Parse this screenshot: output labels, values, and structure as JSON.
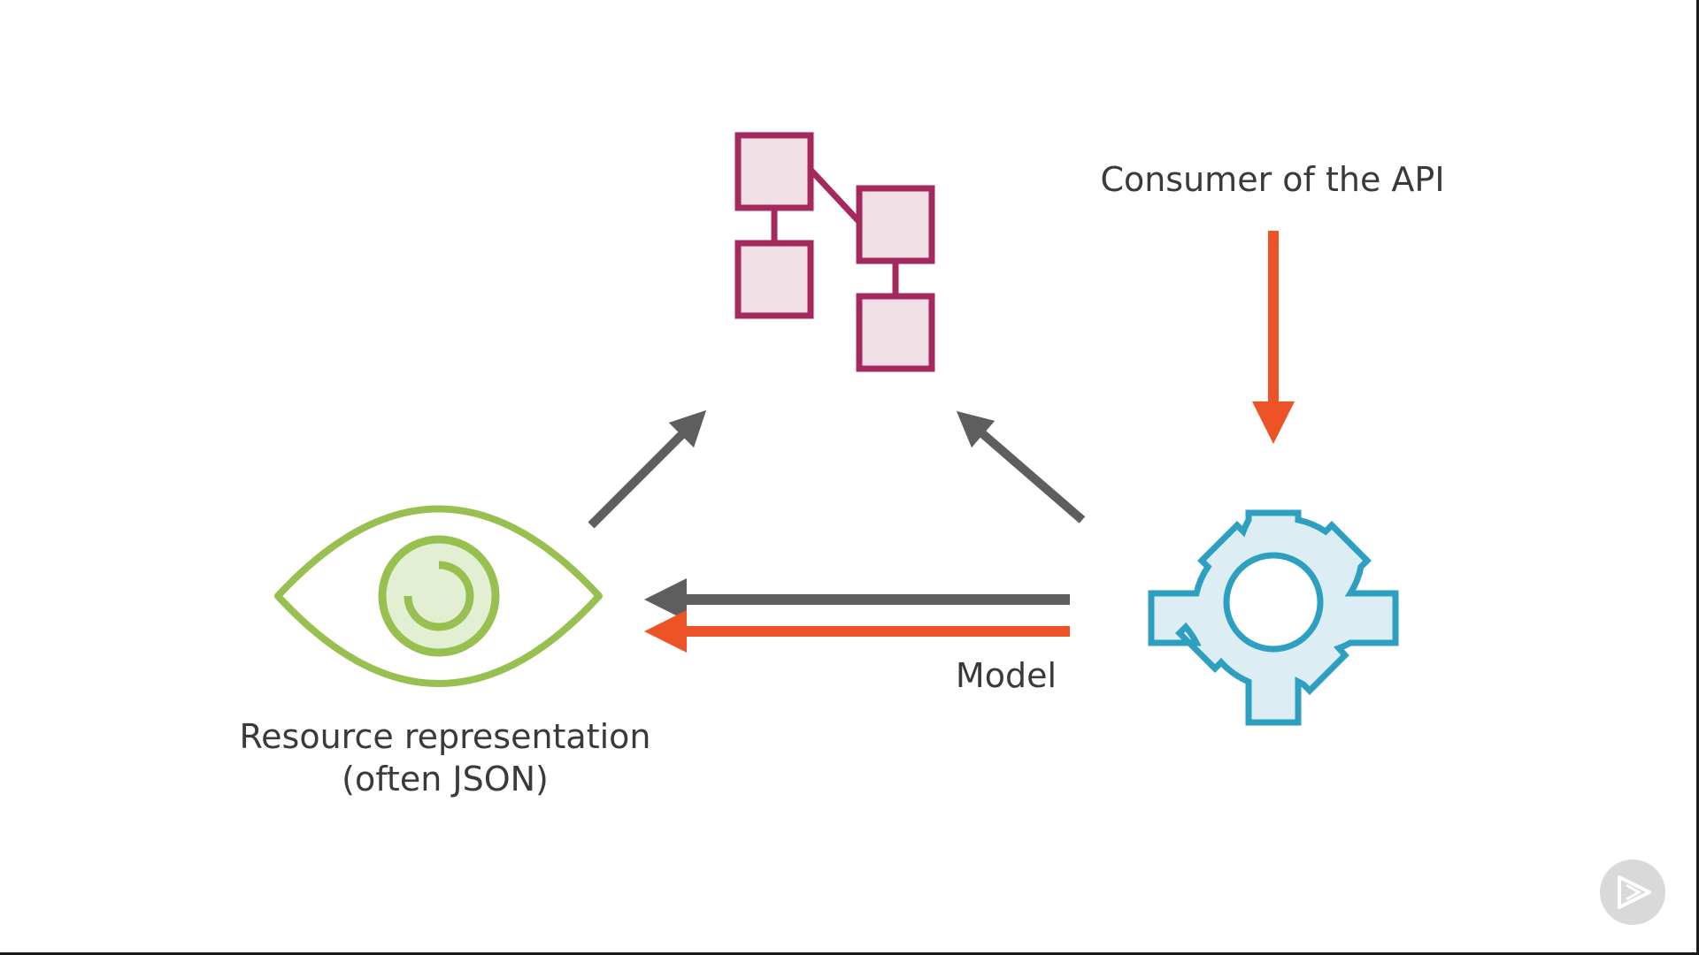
{
  "labels": {
    "consumer": "Consumer of the API",
    "model": "Model",
    "resource_line1": "Resource representation",
    "resource_line2": "(often JSON)"
  },
  "icons": {
    "top": "database-schema-icon",
    "left": "eye-icon",
    "right": "gear-icon",
    "corner": "play-icon"
  },
  "colors": {
    "schema_stroke": "#a5285e",
    "schema_fill": "#f1dfe6",
    "eye_stroke": "#98c050",
    "eye_fill": "#e3efd2",
    "gear_stroke": "#2d9fc0",
    "gear_fill": "#dcedf4",
    "arrow_dark": "#5e5e5e",
    "arrow_accent": "#ec5428",
    "text": "#3a3a3a",
    "play_bg": "#d9d9d9"
  }
}
